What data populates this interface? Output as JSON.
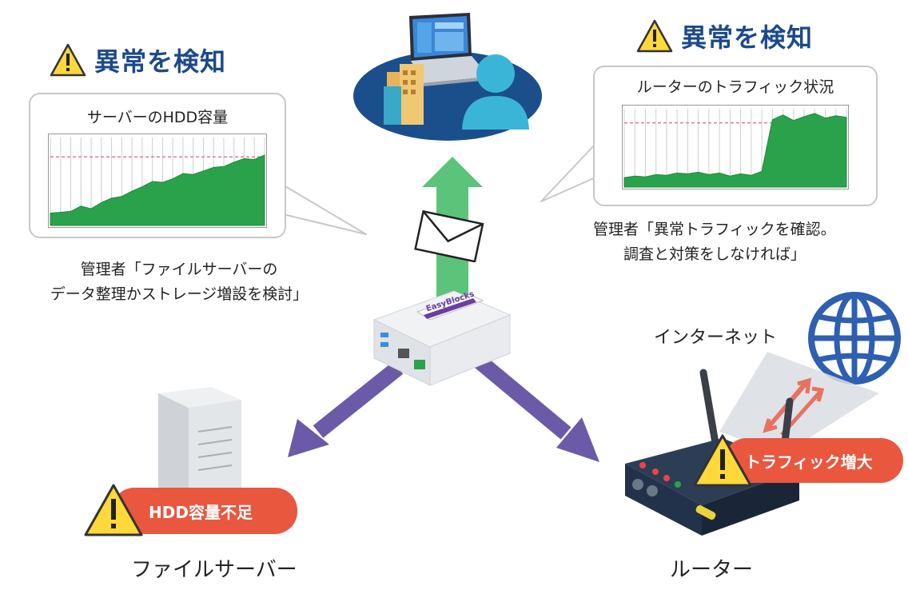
{
  "warnings": {
    "left_title": "異常を検知",
    "right_title": "異常を検知"
  },
  "left_panel": {
    "label": "サーバーのHDD容量",
    "chart_data": {
      "type": "area",
      "title": "サーバーのHDD容量",
      "x": [
        0,
        1,
        2,
        3,
        4,
        5,
        6,
        7,
        8,
        9,
        10,
        11,
        12,
        13,
        14,
        15,
        16,
        17,
        18,
        19,
        20,
        21
      ],
      "values": [
        14,
        15,
        16,
        22,
        19,
        26,
        31,
        33,
        39,
        44,
        50,
        49,
        53,
        59,
        58,
        62,
        66,
        67,
        72,
        76,
        75,
        80
      ],
      "threshold": 78,
      "ylim": [
        0,
        100
      ],
      "grid": true
    }
  },
  "right_panel": {
    "label": "ルーターのトラフィック状況",
    "chart_data": {
      "type": "area",
      "title": "ルーターのトラフィック状況",
      "x": [
        0,
        1,
        2,
        3,
        4,
        5,
        6,
        7,
        8,
        9,
        10,
        11,
        12,
        13,
        14,
        15,
        16,
        17,
        18,
        19,
        20,
        21
      ],
      "values": [
        12,
        14,
        13,
        16,
        15,
        18,
        17,
        19,
        16,
        18,
        14,
        17,
        15,
        20,
        86,
        92,
        85,
        90,
        94,
        88,
        91,
        89
      ],
      "threshold": 82,
      "ylim": [
        0,
        100
      ],
      "grid": true
    }
  },
  "notes": {
    "left_line1": "管理者「ファイルサーバーの",
    "left_line2": "データ整理かストレージ増設を検討」",
    "right_line1": "管理者「異常トラフィックを確認。",
    "right_line2": "調査と対策をしなければ」"
  },
  "device": {
    "brand": "EasyBlocks"
  },
  "labels": {
    "internet": "インターネット",
    "file_server": "ファイルサーバー",
    "router": "ルーター",
    "hdd_alert": "HDD容量不足",
    "traffic_alert": "トラフィック増大"
  },
  "colors": {
    "warning_yellow": "#ffd83a",
    "alert_red": "#e9573f",
    "chart_green": "#2aa24b",
    "threshold_pink": "#e07a95",
    "arrow_purple": "#6b5aa8",
    "arrow_green": "#5cc47a",
    "title_blue": "#1b4a8a",
    "globe_blue": "#2e5fb0"
  },
  "icons": [
    "warning-icon",
    "envelope-icon",
    "globe-icon",
    "admin-user-icon",
    "laptop-icon",
    "server-icon",
    "router-icon"
  ]
}
